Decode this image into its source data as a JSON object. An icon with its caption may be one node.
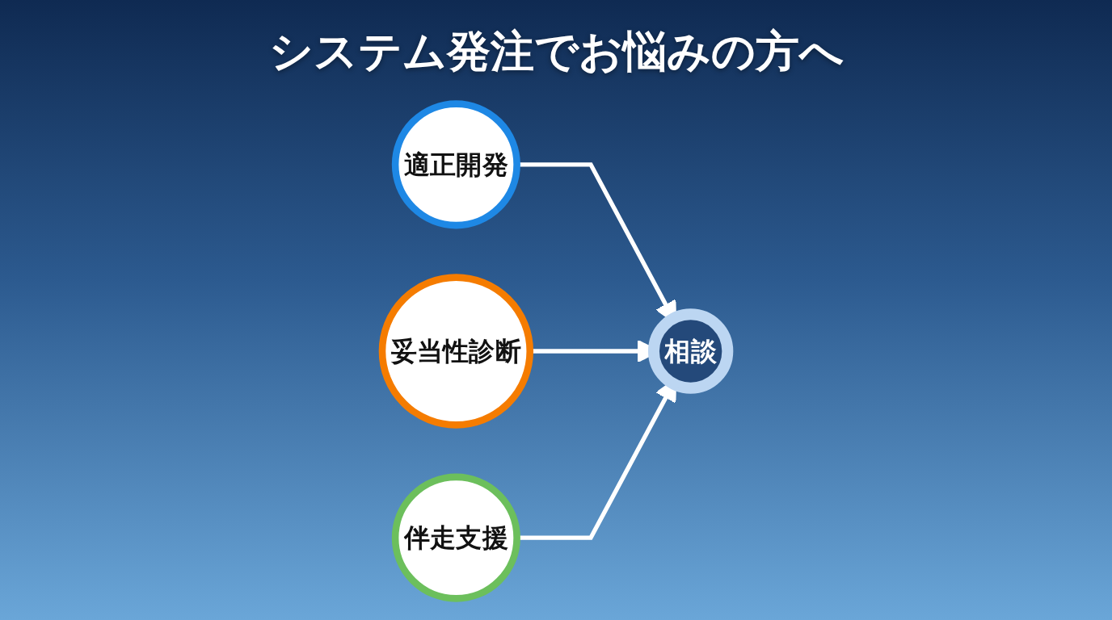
{
  "diagram": {
    "title": "システム発注でお悩みの方へ",
    "nodes": [
      {
        "text": [
          "適正開発"
        ]
      },
      {
        "text": [
          "相談"
        ]
      },
      {
        "text": [
          "妥当性診断"
        ]
      },
      {
        "text": [
          "伴走支援"
        ]
      }
    ],
    "edges": [
      {
        "from": 0,
        "to": 1,
        "arrow": "to"
      },
      {
        "from": 2,
        "to": 1,
        "arrow": "to"
      },
      {
        "from": 3,
        "to": 1,
        "arrow": "to"
      }
    ]
  }
}
